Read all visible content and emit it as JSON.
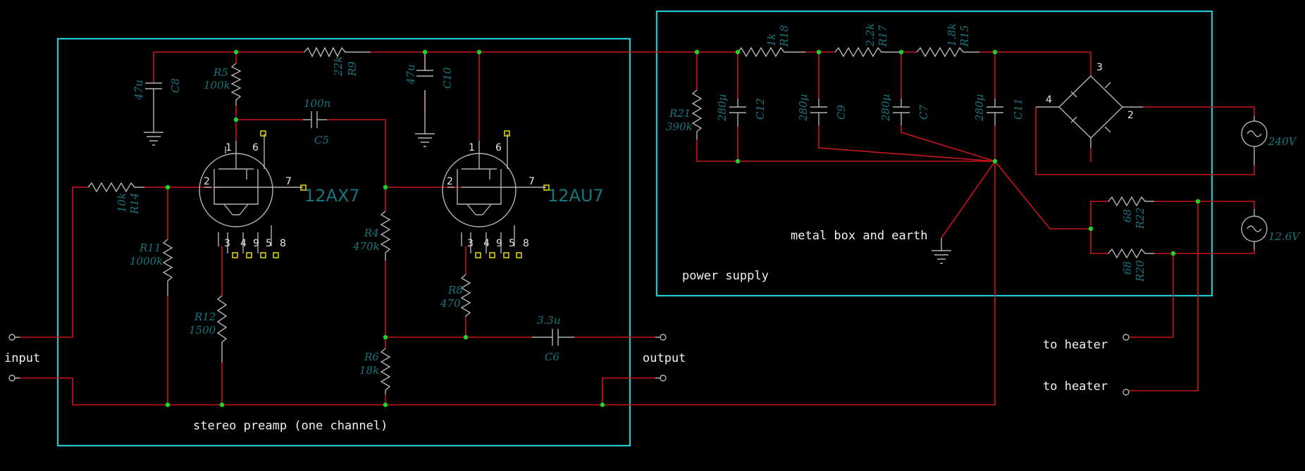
{
  "boxes": {
    "preamp_label": "stereo preamp (one channel)",
    "power_label": "power supply"
  },
  "io": {
    "input": "input",
    "output": "output",
    "metal_box": "metal box and earth",
    "heater_a": "to heater",
    "heater_b": "to heater"
  },
  "tubes": {
    "v1": "12AX7",
    "v2": "12AU7"
  },
  "pins": {
    "p1": "1",
    "p2": "2",
    "p3": "3",
    "p4": "4",
    "p5": "5",
    "p6": "6",
    "p7": "7",
    "p8": "8",
    "p9": "9"
  },
  "components": {
    "C8": {
      "name": "C8",
      "value": "47u"
    },
    "R5": {
      "name": "R5",
      "value": "100k"
    },
    "R9": {
      "name": "R9",
      "value": "22k"
    },
    "C10": {
      "name": "C10",
      "value": "47u"
    },
    "C5": {
      "name": "C5",
      "value": "100n"
    },
    "R14": {
      "name": "R14",
      "value": "10k"
    },
    "R11": {
      "name": "R11",
      "value": "1000k"
    },
    "R12": {
      "name": "R12",
      "value": "1500"
    },
    "R4": {
      "name": "R4",
      "value": "470k"
    },
    "R6": {
      "name": "R6",
      "value": "18k"
    },
    "R8": {
      "name": "R8",
      "value": "470"
    },
    "C6": {
      "name": "C6",
      "value": "3.3u"
    },
    "R21": {
      "name": "R21",
      "value": "390k"
    },
    "R18": {
      "name": "R18",
      "value": "1k"
    },
    "R17": {
      "name": "R17",
      "value": "2.2k"
    },
    "R15": {
      "name": "R15",
      "value": "1.8k"
    },
    "C12": {
      "name": "C12",
      "value": "280µ"
    },
    "C9": {
      "name": "C9",
      "value": "280µ"
    },
    "C7": {
      "name": "C7",
      "value": "280µ"
    },
    "C11": {
      "name": "C11",
      "value": "280µ"
    },
    "R22": {
      "name": "R22",
      "value": "68"
    },
    "R20": {
      "name": "R20",
      "value": "68"
    }
  },
  "bridge_pins": {
    "b2": "2",
    "b3": "3",
    "b4": "4"
  },
  "sources": {
    "mains": "240V",
    "heater": "12.6V"
  },
  "colors": {
    "wire": "#c8141b",
    "box": "#1ec8d2",
    "label": "#17757d",
    "junction": "#22d22a",
    "pin": "#e8e000"
  }
}
